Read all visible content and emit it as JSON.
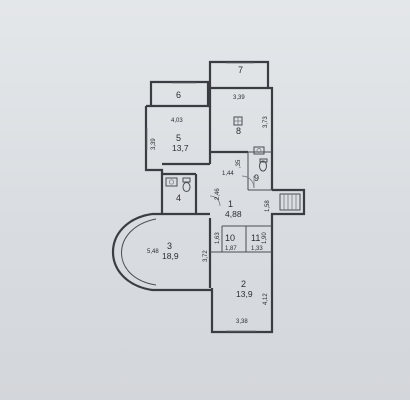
{
  "rooms": [
    {
      "id": "1",
      "number": "1",
      "area": "4,88"
    },
    {
      "id": "2",
      "number": "2",
      "area": "13,9"
    },
    {
      "id": "3",
      "number": "3",
      "area": "18,9"
    },
    {
      "id": "4",
      "number": "4"
    },
    {
      "id": "5",
      "number": "5",
      "area": "13,7"
    },
    {
      "id": "6",
      "number": "6"
    },
    {
      "id": "7",
      "number": "7"
    },
    {
      "id": "8",
      "number": "8"
    },
    {
      "id": "9",
      "number": "9"
    },
    {
      "id": "10",
      "number": "10"
    },
    {
      "id": "11",
      "number": "11"
    }
  ],
  "dimensions": {
    "d403": "4,03",
    "d339_top": "3,39",
    "d339_left": "3,39",
    "d373": "3,73",
    "d035": ",35",
    "d144": "1,44",
    "d246": "2,46",
    "d158": "1,58",
    "d548": "5,48",
    "d163": "1,63",
    "d372": "3,72",
    "d187": "1,87",
    "d133": "1,33",
    "d190": "1,90",
    "d412": "4,12",
    "d338": "3,38"
  }
}
